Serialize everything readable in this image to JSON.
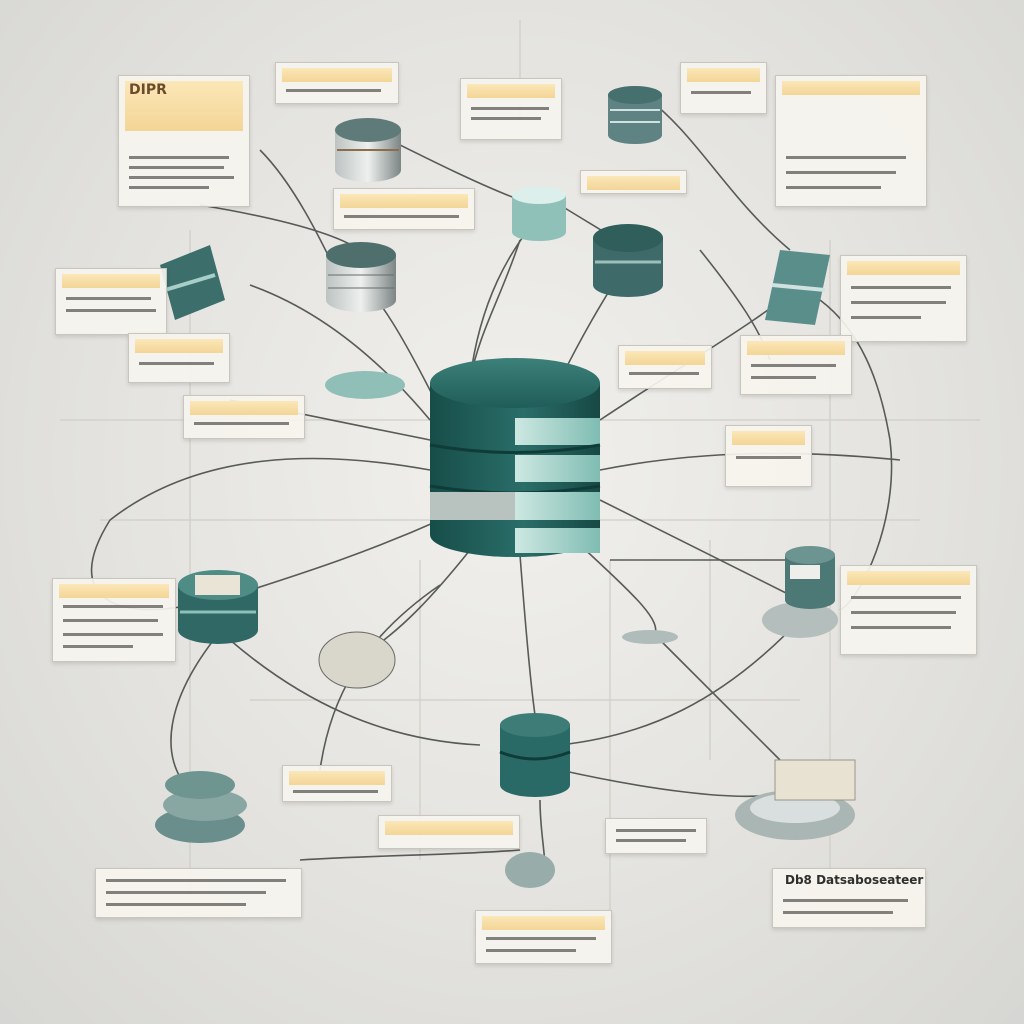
{
  "background": "#e6e5e1",
  "colors": {
    "db_dark": "#1d5a56",
    "db_mid": "#2b706b",
    "db_band": "#9fd0c8",
    "connector": "#3f4240",
    "card_header": "#f5dc9e",
    "card_header_text": "#c2502a"
  },
  "nodes": [
    {
      "id": "central-database",
      "icon": "database-icon",
      "size": "large"
    },
    {
      "id": "db-top-left",
      "icon": "database-icon"
    },
    {
      "id": "db-top-center",
      "icon": "database-icon"
    },
    {
      "id": "db-top-right",
      "icon": "database-icon"
    },
    {
      "id": "db-left-mid",
      "icon": "database-icon"
    },
    {
      "id": "db-right-mid",
      "icon": "database-icon"
    },
    {
      "id": "db-bottom-center",
      "icon": "database-icon"
    },
    {
      "id": "storage-left",
      "icon": "disk-stack-icon"
    },
    {
      "id": "storage-right",
      "icon": "disk-drive-icon"
    }
  ],
  "labels": {
    "corner_title": "DIPR",
    "bottom_right_title": "Db8 Datsaboseateer"
  }
}
